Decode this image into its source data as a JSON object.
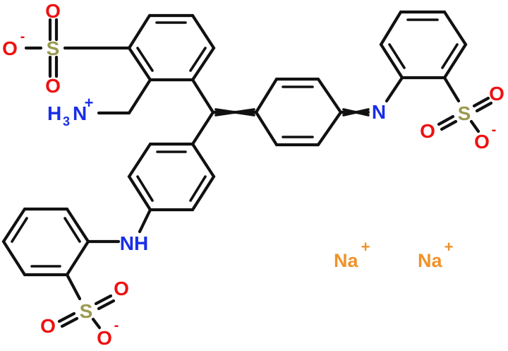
{
  "diagram": {
    "type": "chemical-structure",
    "colors": {
      "bond": "#111111",
      "oxygen": "#ee1111",
      "sulfur": "#9a9a50",
      "nitrogen": "#1a2ee8",
      "sodium": "#f0922a",
      "background": "#ffffff"
    },
    "labels": {
      "s1": "S",
      "s1_o_top": "O",
      "s1_o_bottom": "O",
      "s1_o_minus": "O",
      "s1_charge": "-",
      "ammonium_h": "H",
      "ammonium_sub": "3",
      "ammonium_n": "N",
      "ammonium_charge": "+",
      "imine_n": "N",
      "s2": "S",
      "s2_o1": "O",
      "s2_o2": "O",
      "s2_o_minus": "O",
      "s2_charge": "-",
      "amine": "NH",
      "s3": "S",
      "s3_o1": "O",
      "s3_o2": "O",
      "s3_o_minus": "O",
      "s3_charge": "-",
      "na1": "Na",
      "na1_charge": "+",
      "na2": "Na",
      "na2_charge": "+"
    },
    "groups": [
      "sulfonate (top-left)",
      "aminomethyl H3N+ (left)",
      "quinoid imine =N (right)",
      "sulfonate (right)",
      "secondary amine NH (bottom-left)",
      "sulfonate (bottom-left)",
      "Na+ counterion",
      "Na+ counterion"
    ]
  }
}
